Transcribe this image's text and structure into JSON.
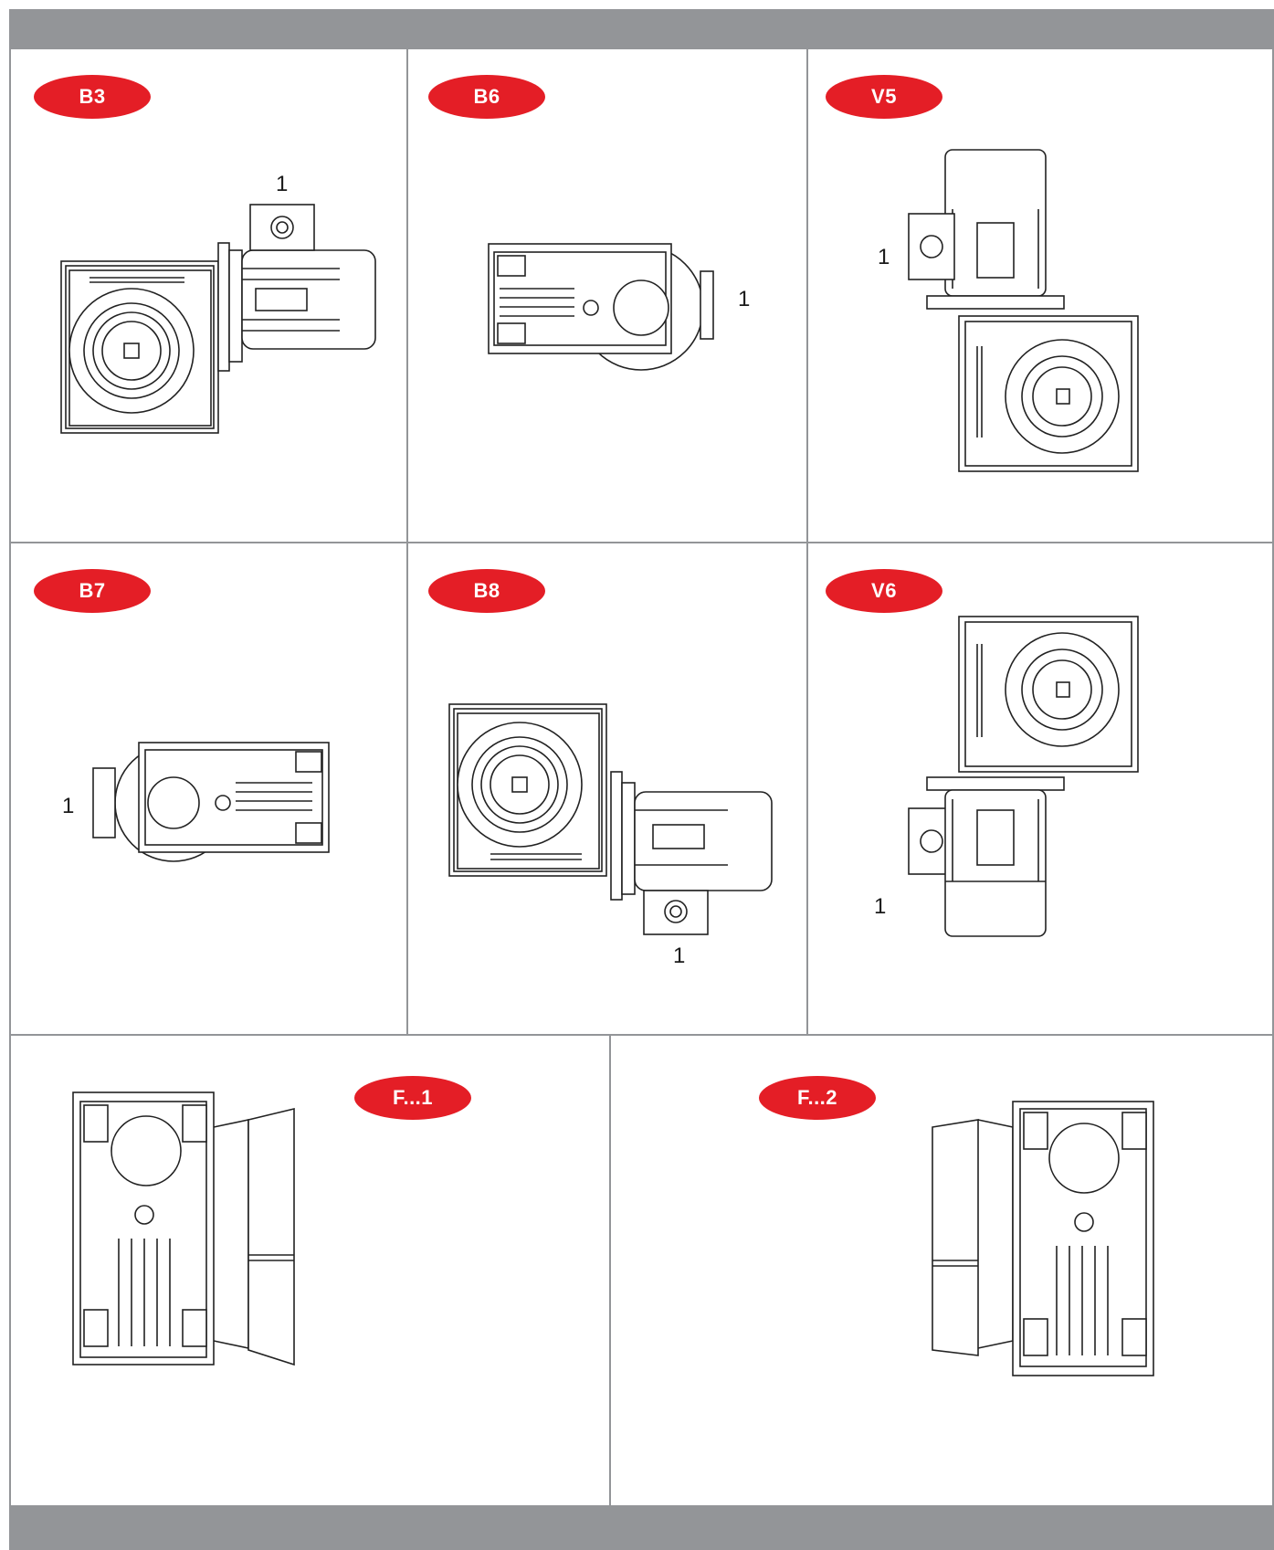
{
  "colors": {
    "bar": "#939598",
    "badge": "#e41e26",
    "line": "#222222"
  },
  "cells": [
    {
      "badge": "B3",
      "marker": "1",
      "icon": "worm-gearbox-with-motor-icon"
    },
    {
      "badge": "B6",
      "marker": "1",
      "icon": "worm-gearbox-side-icon"
    },
    {
      "badge": "V5",
      "marker": "1",
      "icon": "worm-gearbox-motor-up-icon"
    },
    {
      "badge": "B7",
      "marker": "1",
      "icon": "worm-gearbox-side-icon"
    },
    {
      "badge": "B8",
      "marker": "1",
      "icon": "worm-gearbox-with-motor-icon"
    },
    {
      "badge": "V6",
      "marker": "1",
      "icon": "worm-gearbox-motor-down-icon"
    },
    {
      "badge": "F...1",
      "icon": "flange-gearbox-icon"
    },
    {
      "badge": "F...2",
      "icon": "flange-gearbox-icon"
    }
  ]
}
